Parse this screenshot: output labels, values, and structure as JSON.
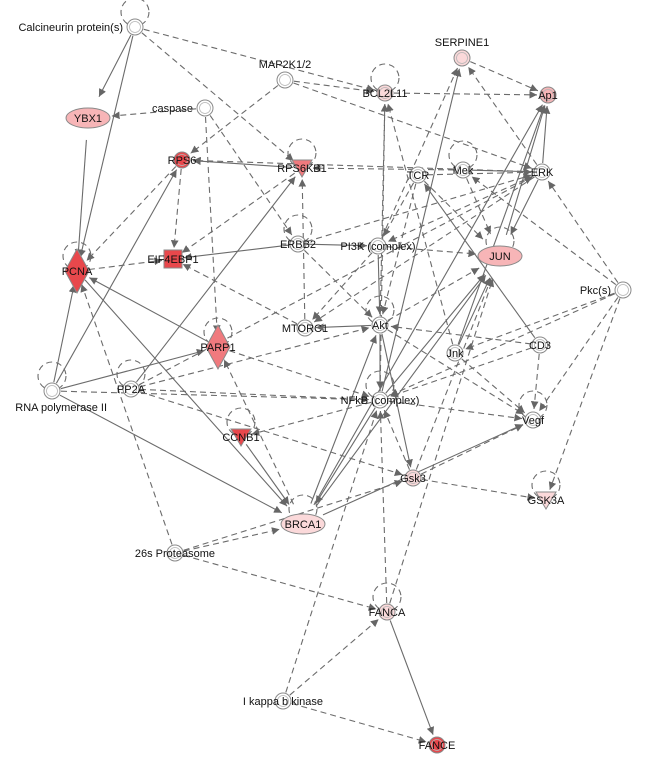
{
  "colors": {
    "strong": "#e8484c",
    "medium": "#f07a7e",
    "light": "#f7b5b7",
    "pale": "#fbd9da",
    "none": "#ffffff",
    "edge": "#6b6b6b"
  },
  "nodes": [
    {
      "id": "calcineurin",
      "label": "Calcineurin protein(s)",
      "shape": "circle",
      "color": "none"
    },
    {
      "id": "serpine1",
      "label": "SERPINE1",
      "shape": "circle",
      "color": "pale"
    },
    {
      "id": "map2k",
      "label": "MAP2K1/2",
      "shape": "circle",
      "color": "none"
    },
    {
      "id": "bcl2l11",
      "label": "BCL2L11",
      "shape": "circle",
      "color": "pale"
    },
    {
      "id": "ap1",
      "label": "Ap1",
      "shape": "circle",
      "color": "light"
    },
    {
      "id": "ybx1",
      "label": "YBX1",
      "shape": "ellipse",
      "color": "light"
    },
    {
      "id": "caspase",
      "label": "caspase",
      "shape": "circle",
      "color": "none"
    },
    {
      "id": "rps6",
      "label": "RPS6",
      "shape": "circle",
      "color": "strong"
    },
    {
      "id": "rps6kb1",
      "label": "RPS6KB1",
      "shape": "triangle",
      "color": "medium"
    },
    {
      "id": "tcr",
      "label": "TCR",
      "shape": "circle",
      "color": "none"
    },
    {
      "id": "mek",
      "label": "Mek",
      "shape": "circle",
      "color": "none"
    },
    {
      "id": "erk",
      "label": "ERK",
      "shape": "circle",
      "color": "none"
    },
    {
      "id": "pcna",
      "label": "PCNA",
      "shape": "diamond",
      "color": "strong"
    },
    {
      "id": "eif4ebp1",
      "label": "EIF4EBP1",
      "shape": "square",
      "color": "strong"
    },
    {
      "id": "erbb2",
      "label": "ERBB2",
      "shape": "circle",
      "color": "none"
    },
    {
      "id": "pi3k",
      "label": "PI3K (complex)",
      "shape": "circle",
      "color": "none"
    },
    {
      "id": "jun",
      "label": "JUN",
      "shape": "ellipse",
      "color": "light"
    },
    {
      "id": "pkc",
      "label": "Pkc(s)",
      "shape": "circle",
      "color": "none"
    },
    {
      "id": "mtorc1",
      "label": "MTORC1",
      "shape": "circle",
      "color": "none"
    },
    {
      "id": "akt",
      "label": "Akt",
      "shape": "circle",
      "color": "none"
    },
    {
      "id": "parp1",
      "label": "PARP1",
      "shape": "diamond",
      "color": "medium"
    },
    {
      "id": "jnk",
      "label": "Jnk",
      "shape": "circle",
      "color": "none"
    },
    {
      "id": "cd3",
      "label": "CD3",
      "shape": "circle",
      "color": "none"
    },
    {
      "id": "rnapol",
      "label": "RNA polymerase II",
      "shape": "circle",
      "color": "none"
    },
    {
      "id": "pp2a",
      "label": "PP2A",
      "shape": "circle",
      "color": "none"
    },
    {
      "id": "nfkb",
      "label": "NFkB (complex)",
      "shape": "circle",
      "color": "none"
    },
    {
      "id": "vegf",
      "label": "Vegf",
      "shape": "circle",
      "color": "none"
    },
    {
      "id": "ccnb1",
      "label": "CCNB1",
      "shape": "triangle",
      "color": "strong"
    },
    {
      "id": "gsk3",
      "label": "Gsk3",
      "shape": "circle",
      "color": "pale"
    },
    {
      "id": "gsk3a",
      "label": "GSK3A",
      "shape": "triangle",
      "color": "pale"
    },
    {
      "id": "brca1",
      "label": "BRCA1",
      "shape": "ellipse",
      "color": "pale"
    },
    {
      "id": "proteasome",
      "label": "26s Proteasome",
      "shape": "circle",
      "color": "none"
    },
    {
      "id": "fanca",
      "label": "FANCA",
      "shape": "circle",
      "color": "pale"
    },
    {
      "id": "ikk",
      "label": "I kappa b kinase",
      "shape": "circle",
      "color": "none"
    },
    {
      "id": "fance",
      "label": "FANCE",
      "shape": "circle",
      "color": "strong"
    }
  ],
  "edges": [
    {
      "from": "calcineurin",
      "to": "ybx1",
      "style": "solid"
    },
    {
      "from": "calcineurin",
      "to": "pcna",
      "style": "solid"
    },
    {
      "from": "calcineurin",
      "to": "bcl2l11",
      "style": "dashed"
    },
    {
      "from": "calcineurin",
      "to": "rps6kb1",
      "style": "dashed"
    },
    {
      "from": "ybx1",
      "to": "pcna",
      "style": "solid"
    },
    {
      "from": "map2k",
      "to": "erk",
      "style": "dashed"
    },
    {
      "from": "map2k",
      "to": "bcl2l11",
      "style": "dashed"
    },
    {
      "from": "map2k",
      "to": "rps6",
      "style": "dashed"
    },
    {
      "from": "caspase",
      "to": "parp1",
      "style": "dashed"
    },
    {
      "from": "caspase",
      "to": "erbb2",
      "style": "dashed"
    },
    {
      "from": "caspase",
      "to": "ybx1",
      "style": "dashed"
    },
    {
      "from": "bcl2l11",
      "to": "ap1",
      "style": "dashed"
    },
    {
      "from": "serpine1",
      "to": "ap1",
      "style": "dashed"
    },
    {
      "from": "rps6kb1",
      "to": "rps6",
      "style": "solid"
    },
    {
      "from": "rps6kb1",
      "to": "eif4ebp1",
      "style": "dashed"
    },
    {
      "from": "rps6",
      "to": "pcna",
      "style": "dashed"
    },
    {
      "from": "mtorc1",
      "to": "rps6kb1",
      "style": "dashed"
    },
    {
      "from": "mtorc1",
      "to": "eif4ebp1",
      "style": "dashed"
    },
    {
      "from": "tcr",
      "to": "erk",
      "style": "dashed"
    },
    {
      "from": "tcr",
      "to": "jun",
      "style": "dashed"
    },
    {
      "from": "tcr",
      "to": "akt",
      "style": "dashed"
    },
    {
      "from": "tcr",
      "to": "pi3k",
      "style": "dashed"
    },
    {
      "from": "mek",
      "to": "erk",
      "style": "solid"
    },
    {
      "from": "mek",
      "to": "jun",
      "style": "dashed"
    },
    {
      "from": "mek",
      "to": "rps6kb1",
      "style": "dashed"
    },
    {
      "from": "erk",
      "to": "ap1",
      "style": "solid"
    },
    {
      "from": "erk",
      "to": "serpine1",
      "style": "dashed"
    },
    {
      "from": "erk",
      "to": "jun",
      "style": "solid"
    },
    {
      "from": "erk",
      "to": "rps6",
      "style": "dashed"
    },
    {
      "from": "erk",
      "to": "mtorc1",
      "style": "dashed"
    },
    {
      "from": "erk",
      "to": "pi3k",
      "style": "dashed"
    },
    {
      "from": "erbb2",
      "to": "pi3k",
      "style": "solid"
    },
    {
      "from": "erbb2",
      "to": "akt",
      "style": "dashed"
    },
    {
      "from": "erbb2",
      "to": "erk",
      "style": "dashed"
    },
    {
      "from": "erbb2",
      "to": "eif4ebp1",
      "style": "solid"
    },
    {
      "from": "pi3k",
      "to": "akt",
      "style": "solid"
    },
    {
      "from": "pi3k",
      "to": "mtorc1",
      "style": "dashed"
    },
    {
      "from": "pi3k",
      "to": "jun",
      "style": "dashed"
    },
    {
      "from": "pi3k",
      "to": "serpine1",
      "style": "dashed"
    },
    {
      "from": "akt",
      "to": "mtorc1",
      "style": "solid"
    },
    {
      "from": "akt",
      "to": "gsk3",
      "style": "solid"
    },
    {
      "from": "akt",
      "to": "nfkb",
      "style": "solid"
    },
    {
      "from": "akt",
      "to": "jun",
      "style": "dashed"
    },
    {
      "from": "akt",
      "to": "bcl2l11",
      "style": "dashed"
    },
    {
      "from": "akt",
      "to": "vegf",
      "style": "dashed"
    },
    {
      "from": "jnk",
      "to": "jun",
      "style": "solid"
    },
    {
      "from": "jnk",
      "to": "ap1",
      "style": "solid"
    },
    {
      "from": "jnk",
      "to": "bcl2l11",
      "style": "dashed"
    },
    {
      "from": "jnk",
      "to": "vegf",
      "style": "dashed"
    },
    {
      "from": "pkc",
      "to": "erk",
      "style": "dashed"
    },
    {
      "from": "pkc",
      "to": "jnk",
      "style": "dashed"
    },
    {
      "from": "pkc",
      "to": "nfkb",
      "style": "dashed"
    },
    {
      "from": "pkc",
      "to": "vegf",
      "style": "dashed"
    },
    {
      "from": "pkc",
      "to": "gsk3a",
      "style": "dashed"
    },
    {
      "from": "pkc",
      "to": "mek",
      "style": "dashed"
    },
    {
      "from": "cd3",
      "to": "tcr",
      "style": "solid"
    },
    {
      "from": "cd3",
      "to": "nfkb",
      "style": "dashed"
    },
    {
      "from": "cd3",
      "to": "vegf",
      "style": "dashed"
    },
    {
      "from": "cd3",
      "to": "akt",
      "style": "dashed"
    },
    {
      "from": "parp1",
      "to": "nfkb",
      "style": "dashed"
    },
    {
      "from": "parp1",
      "to": "pcna",
      "style": "solid"
    },
    {
      "from": "pp2a",
      "to": "akt",
      "style": "dashed"
    },
    {
      "from": "pp2a",
      "to": "erk",
      "style": "dashed"
    },
    {
      "from": "pp2a",
      "to": "nfkb",
      "style": "dashed"
    },
    {
      "from": "pp2a",
      "to": "rps6kb1",
      "style": "solid"
    },
    {
      "from": "pp2a",
      "to": "gsk3",
      "style": "dashed"
    },
    {
      "from": "rnapol",
      "to": "pcna",
      "style": "solid"
    },
    {
      "from": "rnapol",
      "to": "brca1",
      "style": "solid"
    },
    {
      "from": "rnapol",
      "to": "rps6",
      "style": "solid"
    },
    {
      "from": "rnapol",
      "to": "parp1",
      "style": "solid"
    },
    {
      "from": "rnapol",
      "to": "nfkb",
      "style": "dashed"
    },
    {
      "from": "nfkb",
      "to": "vegf",
      "style": "dashed"
    },
    {
      "from": "nfkb",
      "to": "jun",
      "style": "solid"
    },
    {
      "from": "nfkb",
      "to": "bcl2l11",
      "style": "dashed"
    },
    {
      "from": "nfkb",
      "to": "serpine1",
      "style": "solid"
    },
    {
      "from": "nfkb",
      "to": "ccnb1",
      "style": "dashed"
    },
    {
      "from": "nfkb",
      "to": "brca1",
      "style": "solid"
    },
    {
      "from": "gsk3",
      "to": "gsk3a",
      "style": "dashed"
    },
    {
      "from": "gsk3",
      "to": "jun",
      "style": "dashed"
    },
    {
      "from": "gsk3",
      "to": "vegf",
      "style": "dashed"
    },
    {
      "from": "gsk3",
      "to": "nfkb",
      "style": "dashed"
    },
    {
      "from": "ccnb1",
      "to": "brca1",
      "style": "solid"
    },
    {
      "from": "pcna",
      "to": "brca1",
      "style": "solid"
    },
    {
      "from": "brca1",
      "to": "jun",
      "style": "solid"
    },
    {
      "from": "brca1",
      "to": "vegf",
      "style": "solid"
    },
    {
      "from": "brca1",
      "to": "akt",
      "style": "solid"
    },
    {
      "from": "brca1",
      "to": "ap1",
      "style": "solid"
    },
    {
      "from": "brca1",
      "to": "parp1",
      "style": "dashed"
    },
    {
      "from": "proteasome",
      "to": "brca1",
      "style": "dashed"
    },
    {
      "from": "proteasome",
      "to": "fanca",
      "style": "dashed"
    },
    {
      "from": "proteasome",
      "to": "pcna",
      "style": "dashed"
    },
    {
      "from": "proteasome",
      "to": "gsk3",
      "style": "dashed"
    },
    {
      "from": "ikk",
      "to": "nfkb",
      "style": "dashed"
    },
    {
      "from": "ikk",
      "to": "fanca",
      "style": "dashed"
    },
    {
      "from": "ikk",
      "to": "fance",
      "style": "dashed"
    },
    {
      "from": "fanca",
      "to": "fance",
      "style": "solid"
    },
    {
      "from": "fanca",
      "to": "nfkb",
      "style": "dashed"
    },
    {
      "from": "fanca",
      "to": "jun",
      "style": "dashed"
    },
    {
      "from": "jun",
      "to": "ap1",
      "style": "solid"
    },
    {
      "from": "rps6",
      "to": "eif4ebp1",
      "style": "dashed"
    },
    {
      "from": "pcna",
      "to": "eif4ebp1",
      "style": "dashed"
    }
  ]
}
